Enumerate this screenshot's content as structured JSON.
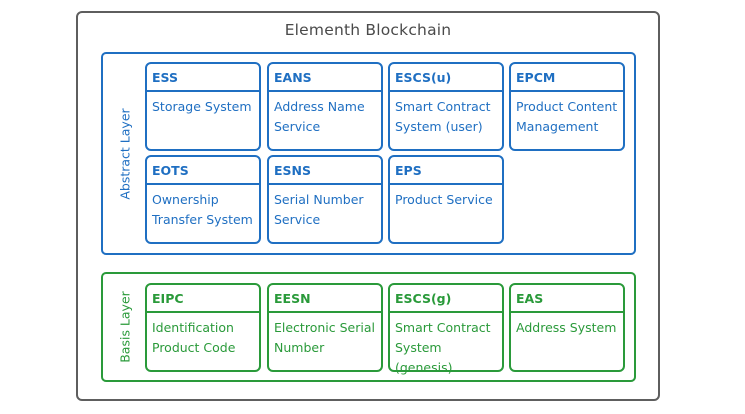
{
  "title": "Elementh Blockchain",
  "colors": {
    "abstract": "#1f6fc2",
    "basis": "#2a9a3a",
    "outer": "#5e5e5e"
  },
  "abstract_layer": {
    "label": "Abstract Layer",
    "modules": [
      {
        "abbr": "ESS",
        "name": "Storage System"
      },
      {
        "abbr": "EANS",
        "name": "Address Name Service"
      },
      {
        "abbr": "ESCS(u)",
        "name": "Smart Contract System (user)"
      },
      {
        "abbr": "EPCM",
        "name": "Product Content Management"
      },
      {
        "abbr": "EOTS",
        "name": "Ownership Transfer System"
      },
      {
        "abbr": "ESNS",
        "name": "Serial Number Service"
      },
      {
        "abbr": "EPS",
        "name": "Product Service"
      }
    ]
  },
  "basis_layer": {
    "label": "Basis Layer",
    "modules": [
      {
        "abbr": "EIPC",
        "name": "Identification Product Code"
      },
      {
        "abbr": "EESN",
        "name": "Electronic Serial Number"
      },
      {
        "abbr": "ESCS(g)",
        "name": "Smart Contract System (genesis)"
      },
      {
        "abbr": "EAS",
        "name": "Address System"
      }
    ]
  }
}
